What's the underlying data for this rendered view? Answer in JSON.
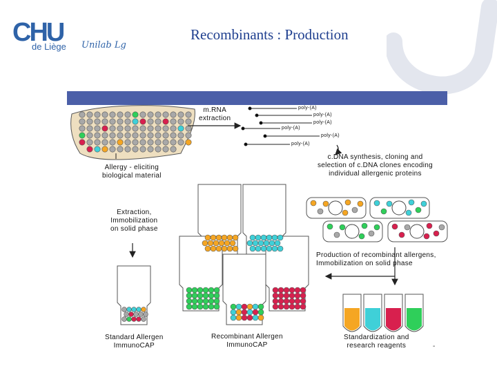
{
  "header": {
    "logo_brand": "CHU",
    "logo_city": "de Liège",
    "logo_lab": "Unilab Lg",
    "title": "Recombinants : Production"
  },
  "figure": {
    "mrna_label": [
      "m.RNA",
      "extraction"
    ],
    "polya_labels": [
      "poly-(A)",
      "poly-(A)",
      "poly-(A)",
      "poly-(A)",
      "poly-(A)",
      "poly-(A)"
    ],
    "allergy_label": [
      "Allergy - eliciting",
      "biological material"
    ],
    "cdna_label": [
      "c.DNA synthesis, cloning and",
      "selection of c.DNA clones encoding",
      "individual allergenic proteins"
    ],
    "extraction_label": [
      "Extraction,",
      "Immobilization",
      "on solid phase"
    ],
    "production_label": [
      "Production of recombinant allergens,",
      "Immobilization on solid phase"
    ],
    "standard_label": [
      "Standard Allergen",
      "ImmunoCAP"
    ],
    "recombinant_label": [
      "Recombinant Allergen",
      "ImmunoCAP"
    ],
    "standardization_label": [
      "Standardization and",
      "research reagents"
    ],
    "footer_mark": "-",
    "colors": {
      "accent_bar": "#4b5fa8",
      "orange": "#f5a623",
      "cyan": "#3fd0d8",
      "green": "#2fcf5a",
      "red": "#d8204e",
      "grey": "#a8a8a8",
      "tissue": "#eedfc0"
    }
  }
}
